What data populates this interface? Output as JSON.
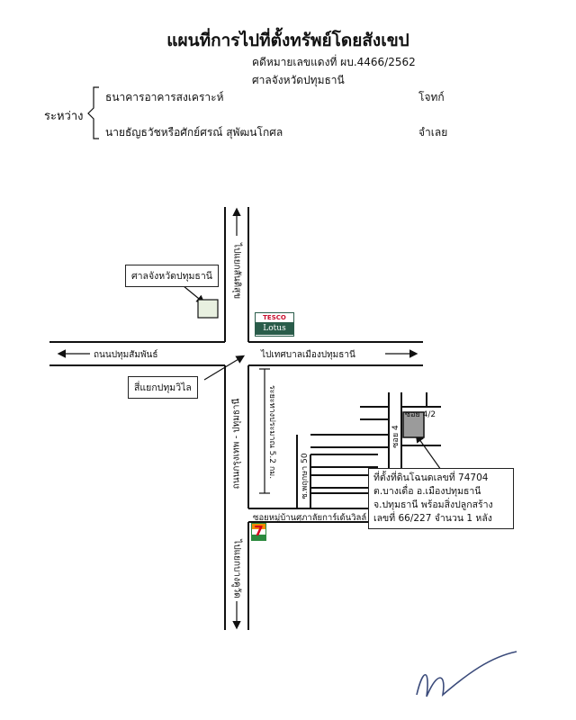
{
  "header": {
    "title": "แผนที่การไปที่ตั้งทรัพย์โดยสังเขป",
    "case_no": "คดีหมายเลขแดงที่ ผบ.4466/2562",
    "court": "ศาลจังหวัดปทุมธานี"
  },
  "parties": {
    "between": "ระหว่าง",
    "plaintiff": "ธนาคารอาคารสงเคราะห์",
    "plaintiff_role": "โจทก์",
    "defendant": "นายธัญธวัชหรือศักย์ศรณ์ สุพัฒนโกศล",
    "defendant_role": "จำเลย"
  },
  "map": {
    "road_north": "ไปแยกสันติสุข",
    "road_south": "ไปแยกบางคูวัด",
    "road_west": "ถนนปทุมสัมพันธ์",
    "road_east": "ไปเทศบาลเมืองปทุมธานี",
    "road_main_south": "ถนนกรุงเทพ - ปทุมธานี",
    "distance": "ระยะทางประมาณ 5.2 กม.",
    "court_box": "ศาลจังหวัดปทุมธานี",
    "intersection_box": "สี่แยกปทุมวิไล",
    "tesco_top": "TESCO",
    "tesco_bottom": "Lotus",
    "seven_eleven": "7",
    "soi_village": "ซอยหมู่บ้านศุภาลัยการ์เด้นวิลล์",
    "soi_50": "ซ.พฤกษา 50",
    "soi_4": "ซอย 4",
    "soi_42": "ซอย 4/2",
    "property_line1": "ที่ตั้งที่ดินโฉนดเลขที่ 74704",
    "property_line2": "ต.บางเดื่อ อ.เมืองปทุมธานี",
    "property_line3": "จ.ปทุมธานี พร้อมสิ่งปลูกสร้าง",
    "property_line4": "เลขที่ 66/227 จำนวน 1 หลัง"
  }
}
